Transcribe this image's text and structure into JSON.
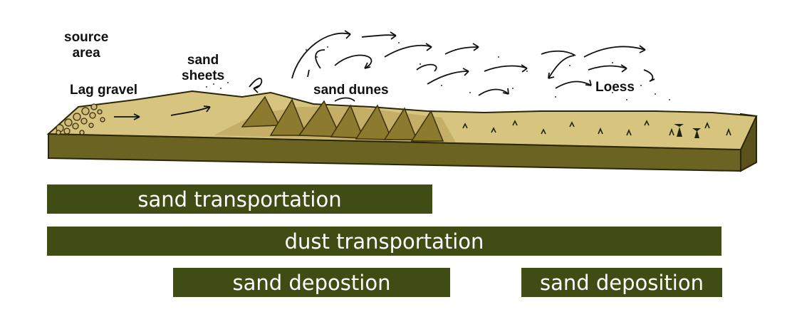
{
  "labels": {
    "source_area": "source\narea",
    "lag_gravel": "Lag gravel",
    "sand_sheets": "sand\nsheets",
    "sand_dunes": "sand dunes",
    "loess": "Loess"
  },
  "bars": {
    "sand_transportation": "sand transportation",
    "dust_transportation": "dust transportation",
    "sand_deposition_left": "sand depostion",
    "sand_deposition_right": "sand deposition"
  },
  "colors": {
    "bar": "#3f4d14",
    "surface": "#d6c47f",
    "block_side": "#6b6322",
    "dune_shadow": "#8c7a2f"
  }
}
